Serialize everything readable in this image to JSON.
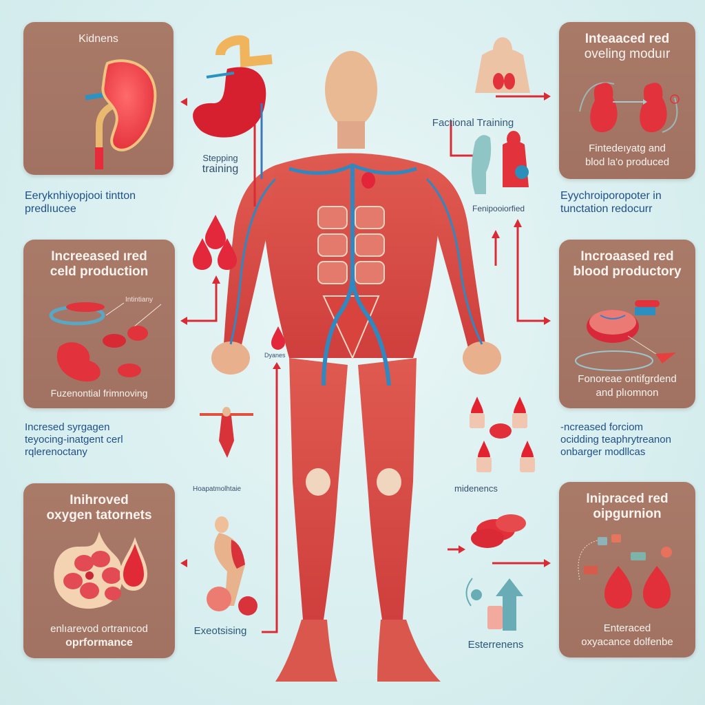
{
  "colors": {
    "background": "#d9eff0",
    "card": "#a57666",
    "accent_red": "#d92b35",
    "vein_blue": "#2f88c0",
    "muscle": "#d9514b",
    "caption_text": "#1f4f87"
  },
  "left_column": {
    "card1": {
      "title": "Kidnens",
      "icon": "kidney-icon"
    },
    "caption1": {
      "line1": "Eeryknhiyopjooi tintton",
      "line2": "predlıucee"
    },
    "card2": {
      "title_line1": "Increeased ıred",
      "title_line2": "celd  production",
      "callout": "Intintiany",
      "footer": "Fuzenontial frimnoving",
      "icon": "red-blood-cells-icon"
    },
    "caption2": {
      "line1": "Incresed syrgagen",
      "line2": "teyocing-inatgent  cerl",
      "line3": "rqlerenoctany"
    },
    "card3": {
      "title_line1": "Inihroved",
      "title_line2": "oxygen tatornets",
      "footer_line1": "enlıarevod ortranıcod",
      "footer_line2": "oprformance",
      "icon": "lung-tissue-icon"
    }
  },
  "right_column": {
    "card1": {
      "title_line1": "Inteaaced   red",
      "title_line2": "oveling moduır",
      "footer_line1": "Fintedeıyatg and",
      "footer_line2": "blod la'o produced",
      "icon": "organ-pair-icon"
    },
    "caption1": {
      "line1": "Eyychroiporopoter in",
      "line2": "tunctation redocurr"
    },
    "card2": {
      "title_line1": "Incroaased red",
      "title_line2": "blood   productory",
      "footer_line1": "Fonoreae ontifgrdend",
      "footer_line2": "and plıomnon",
      "icon": "heart-disc-icon"
    },
    "caption2": {
      "line1": "-ncreased forciom",
      "line2": "ocidding teaphrytreanon",
      "line3": "onbarger   modllcas"
    },
    "card3": {
      "title_line1": "Inipraced red",
      "title_line2": "oipgurnion",
      "footer_line1": "Enteraced",
      "footer_line2": "oxyacance dolfenbe",
      "icon": "blood-drops-icon"
    }
  },
  "center": {
    "figure": "anatomical-muscle-figure",
    "labels": {
      "stepping_training_line1": "Stepping",
      "stepping_training_line2": "training",
      "functional_training": "Factional Training",
      "fenipodiarted": "Fenipooiorfied",
      "dyanes": "Dyanes",
      "hapatmolhtaie": "Hoapatmolhtaie",
      "exercising": "Exeotsising",
      "midenencs": "midenencs",
      "experrenens": "Esterrenens"
    }
  }
}
